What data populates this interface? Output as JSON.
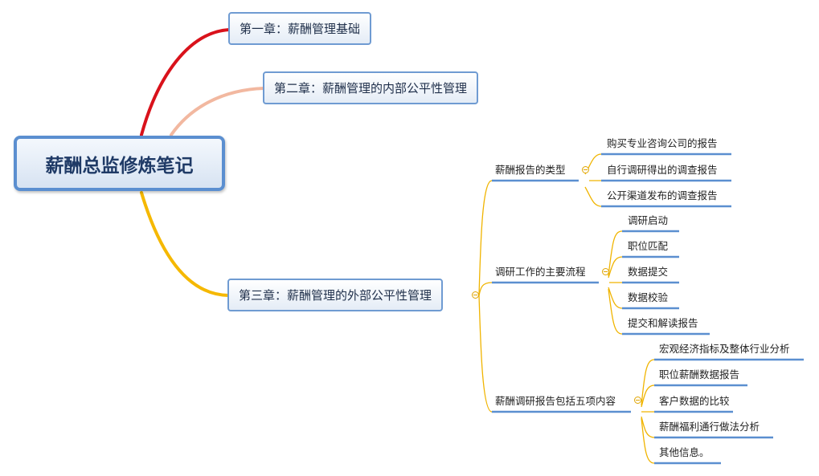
{
  "root": {
    "title": "薪酬总监修炼笔记"
  },
  "chapters": [
    {
      "title": "第一章：薪酬管理基础"
    },
    {
      "title": "第二章：薪酬管理的内部公平性管理"
    },
    {
      "title": "第三章：薪酬管理的外部公平性管理"
    }
  ],
  "topics": [
    {
      "title": "薪酬报告的类型",
      "items": [
        "购买专业咨询公司的报告",
        "自行调研得出的调查报告",
        "公开渠道发布的调查报告"
      ]
    },
    {
      "title": "调研工作的主要流程",
      "items": [
        "调研启动",
        "职位匹配",
        "数据提交",
        "数据校验",
        "提交和解读报告"
      ]
    },
    {
      "title": "薪酬调研报告包括五项内容",
      "items": [
        "宏观经济指标及整体行业分析",
        "职位薪酬数据报告",
        "客户数据的比较",
        "薪酬福利通行做法分析",
        "其他信息。"
      ]
    }
  ],
  "colors": {
    "branch_ch1": "#d9121b",
    "branch_ch2": "#f2b8a0",
    "branch_ch3": "#f5b800",
    "subbranch": "#f0b400",
    "underline": "#5b8fd0"
  }
}
